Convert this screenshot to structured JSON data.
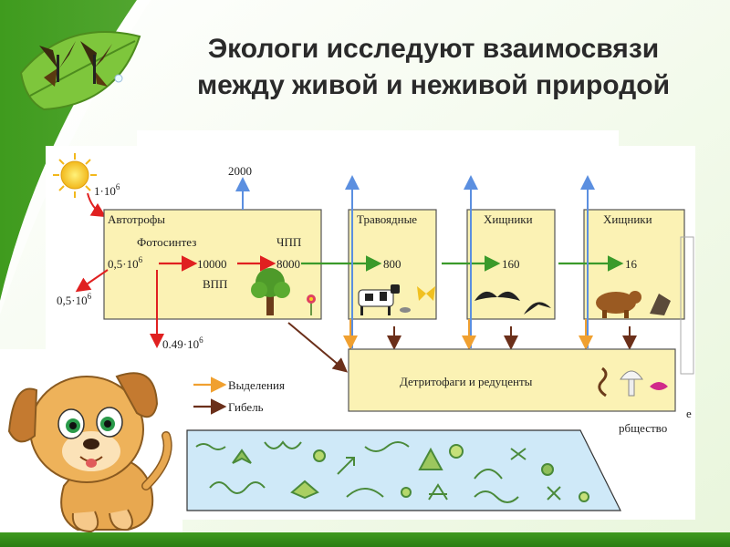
{
  "title": {
    "line1": "Экологи исследуют взаимосвязи",
    "line2": "между живой и неживой природой"
  },
  "diagram": {
    "solar_input": "1·10",
    "solar_input_exp": "6",
    "reflected": "0,5·10",
    "reflected_exp": "6",
    "transmitted": "0.49·10",
    "transmitted_exp": "6",
    "released_top": "2000",
    "autotrophs": {
      "title": "Автотрофы",
      "photosynthesis": "Фотосинтез",
      "absorbed": "0,5·10",
      "absorbed_exp": "6",
      "gpp_value": "10000",
      "npp_label": "ЧПП",
      "npp_value": "8000",
      "gpp_label": "ВПП"
    },
    "herbivores": {
      "title": "Травоядные",
      "value": "800"
    },
    "predators1": {
      "title": "Хищники",
      "value": "160"
    },
    "predators2": {
      "title": "Хищники",
      "value": "16"
    },
    "decomposers": {
      "title": "Детритофаги и редуценты"
    },
    "legend": {
      "excretion": "Выделения",
      "death": "Гибель"
    },
    "side_text": {
      "line1": "е",
      "line2": "рбщество"
    },
    "colors": {
      "sunlight": "#e02020",
      "energy_flow": "#3a9a2a",
      "heat": "#5b8fe0",
      "excretion": "#f0a030",
      "death": "#6b2f1a",
      "box_fill": "#fbf2b4"
    }
  }
}
